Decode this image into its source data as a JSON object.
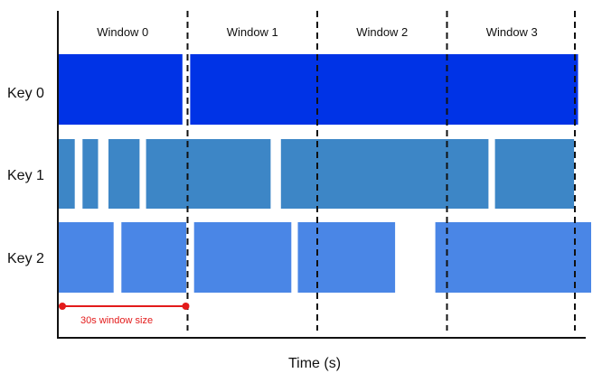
{
  "windows": [
    "Window 0",
    "Window 1",
    "Window 2",
    "Window 3"
  ],
  "keys": [
    {
      "label": "Key 0",
      "color": "#0033e6",
      "bars": [
        [
          0,
          0.96
        ],
        [
          1.02,
          4.01
        ]
      ]
    },
    {
      "label": "Key 1",
      "color": "#3d86c6",
      "bars": [
        [
          0,
          0.13
        ],
        [
          0.19,
          0.31
        ],
        [
          0.39,
          0.63
        ],
        [
          0.68,
          1.64
        ],
        [
          1.72,
          3.32
        ],
        [
          3.37,
          3.98
        ]
      ]
    },
    {
      "label": "Key 2",
      "color": "#4a86e6",
      "bars": [
        [
          0,
          0.43
        ],
        [
          0.49,
          0.99
        ],
        [
          1.05,
          1.8
        ],
        [
          1.85,
          2.6
        ],
        [
          2.91,
          4.16
        ]
      ]
    }
  ],
  "window_size": {
    "label": "30s window size",
    "color": "#e31b1b",
    "start": 0,
    "end": 1
  },
  "x_axis": {
    "label": "Time (s)"
  }
}
